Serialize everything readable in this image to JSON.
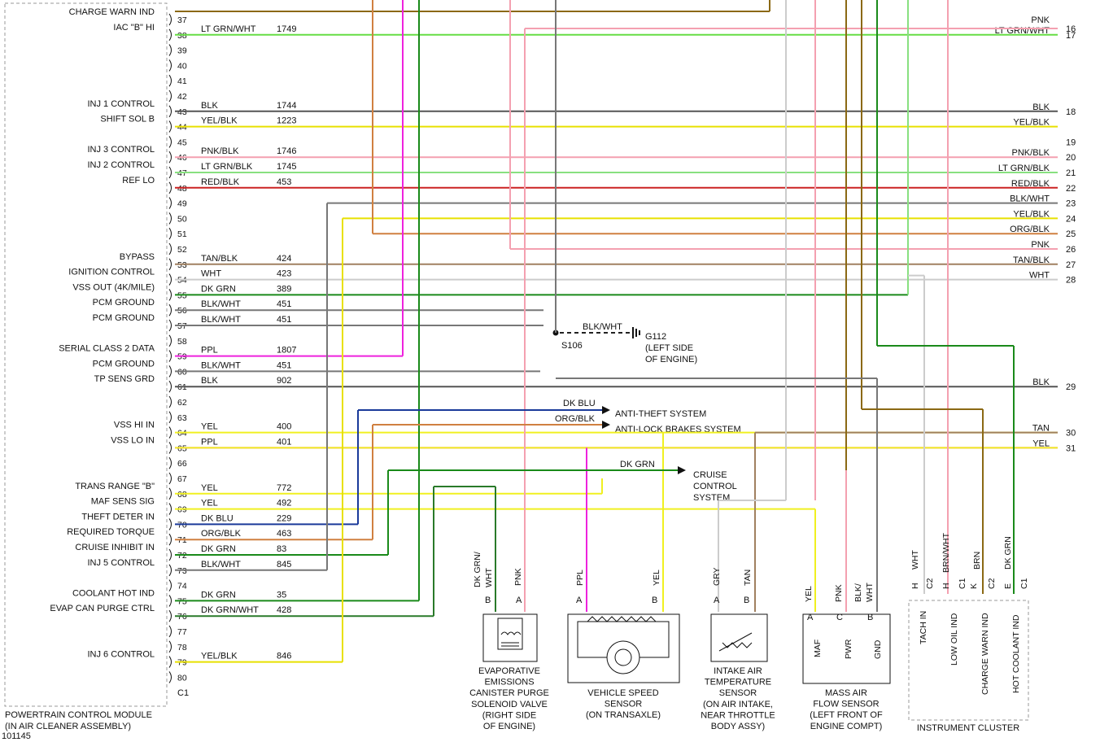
{
  "pcm": {
    "title": "POWERTRAIN CONTROL MODULE",
    "subtitle": "(IN AIR CLEANER ASSEMBLY)",
    "connector": "C1",
    "pins": [
      {
        "pin": "37",
        "label": "CHARGE WARN IND",
        "color": "",
        "circuit": "",
        "wire": "#8B6914",
        "right": "",
        "rpin": ""
      },
      {
        "pin": "38",
        "label": "IAC \"B\" HI",
        "color": "LT GRN/WHT",
        "circuit": "1749",
        "wire": "#66dd44",
        "right": "LT GRN/WHT",
        "rpin": "17"
      },
      {
        "pin": "39",
        "label": "",
        "color": "",
        "circuit": "",
        "wire": "",
        "right": "",
        "rpin": ""
      },
      {
        "pin": "40",
        "label": "",
        "color": "",
        "circuit": "",
        "wire": "",
        "right": "",
        "rpin": ""
      },
      {
        "pin": "41",
        "label": "",
        "color": "",
        "circuit": "",
        "wire": "",
        "right": "",
        "rpin": ""
      },
      {
        "pin": "42",
        "label": "",
        "color": "",
        "circuit": "",
        "wire": "",
        "right": "",
        "rpin": ""
      },
      {
        "pin": "43",
        "label": "INJ 1 CONTROL",
        "color": "BLK",
        "circuit": "1744",
        "wire": "#555555",
        "right": "BLK",
        "rpin": "18"
      },
      {
        "pin": "44",
        "label": "SHIFT SOL B",
        "color": "YEL/BLK",
        "circuit": "1223",
        "wire": "#e8e000",
        "right": "YEL/BLK",
        "rpin": ""
      },
      {
        "pin": "45",
        "label": "",
        "color": "",
        "circuit": "",
        "wire": "",
        "right": "",
        "rpin": "19"
      },
      {
        "pin": "46",
        "label": "INJ 3 CONTROL",
        "color": "PNK/BLK",
        "circuit": "1746",
        "wire": "#f4a0b0",
        "right": "PNK/BLK",
        "rpin": "20"
      },
      {
        "pin": "47",
        "label": "INJ 2 CONTROL",
        "color": "LT GRN/BLK",
        "circuit": "1745",
        "wire": "#88e080",
        "right": "LT GRN/BLK",
        "rpin": "21"
      },
      {
        "pin": "48",
        "label": "REF LO",
        "color": "RED/BLK",
        "circuit": "453",
        "wire": "#cc2222",
        "right": "RED/BLK",
        "rpin": "22"
      },
      {
        "pin": "49",
        "label": "",
        "color": "",
        "circuit": "",
        "wire": "",
        "right": "BLK/WHT",
        "rpin": "23"
      },
      {
        "pin": "50",
        "label": "",
        "color": "",
        "circuit": "",
        "wire": "",
        "right": "YEL/BLK",
        "rpin": "24"
      },
      {
        "pin": "51",
        "label": "",
        "color": "",
        "circuit": "",
        "wire": "",
        "right": "ORG/BLK",
        "rpin": "25"
      },
      {
        "pin": "52",
        "label": "",
        "color": "",
        "circuit": "",
        "wire": "",
        "right": "PNK",
        "rpin": "26"
      },
      {
        "pin": "53",
        "label": "BYPASS",
        "color": "TAN/BLK",
        "circuit": "424",
        "wire": "#a08060",
        "right": "TAN/BLK",
        "rpin": "27"
      },
      {
        "pin": "54",
        "label": "IGNITION CONTROL",
        "color": "WHT",
        "circuit": "423",
        "wire": "#cccccc",
        "right": "WHT",
        "rpin": "28"
      },
      {
        "pin": "55",
        "label": "VSS OUT (4K/MILE)",
        "color": "DK GRN",
        "circuit": "389",
        "wire": "#1a8a1a",
        "right": "",
        "rpin": ""
      },
      {
        "pin": "56",
        "label": "PCM GROUND",
        "color": "BLK/WHT",
        "circuit": "451",
        "wire": "#777777",
        "right": "",
        "rpin": ""
      },
      {
        "pin": "57",
        "label": "PCM GROUND",
        "color": "BLK/WHT",
        "circuit": "451",
        "wire": "#777777",
        "right": "",
        "rpin": ""
      },
      {
        "pin": "58",
        "label": "",
        "color": "",
        "circuit": "",
        "wire": "",
        "right": "",
        "rpin": ""
      },
      {
        "pin": "59",
        "label": "SERIAL CLASS 2 DATA",
        "color": "PPL",
        "circuit": "1807",
        "wire": "#ee22dd",
        "right": "",
        "rpin": ""
      },
      {
        "pin": "60",
        "label": "PCM GROUND",
        "color": "BLK/WHT",
        "circuit": "451",
        "wire": "#777777",
        "right": "",
        "rpin": ""
      },
      {
        "pin": "61",
        "label": "TP SENS GRD",
        "color": "BLK",
        "circuit": "902",
        "wire": "#555555",
        "right": "BLK",
        "rpin": "29"
      },
      {
        "pin": "62",
        "label": "",
        "color": "",
        "circuit": "",
        "wire": "",
        "right": "",
        "rpin": ""
      },
      {
        "pin": "63",
        "label": "",
        "color": "",
        "circuit": "",
        "wire": "",
        "right": "",
        "rpin": ""
      },
      {
        "pin": "64",
        "label": "VSS HI IN",
        "color": "YEL",
        "circuit": "400",
        "wire": "#f0f020",
        "right": "TAN",
        "rpin": "30"
      },
      {
        "pin": "65",
        "label": "VSS LO IN",
        "color": "PPL",
        "circuit": "401",
        "wire": "#ee22dd",
        "right": "YEL",
        "rpin": "31"
      },
      {
        "pin": "66",
        "label": "",
        "color": "",
        "circuit": "",
        "wire": "",
        "right": "",
        "rpin": ""
      },
      {
        "pin": "67",
        "label": "",
        "color": "",
        "circuit": "",
        "wire": "",
        "right": "",
        "rpin": ""
      },
      {
        "pin": "68",
        "label": "TRANS RANGE \"B\"",
        "color": "YEL",
        "circuit": "772",
        "wire": "#f0f020",
        "right": "",
        "rpin": ""
      },
      {
        "pin": "69",
        "label": "MAF SENS SIG",
        "color": "YEL",
        "circuit": "492",
        "wire": "#f0f020",
        "right": "",
        "rpin": ""
      },
      {
        "pin": "70",
        "label": "THEFT DETER IN",
        "color": "DK BLU",
        "circuit": "229",
        "wire": "#1a3a9a",
        "right": "",
        "rpin": ""
      },
      {
        "pin": "71",
        "label": "REQUIRED TORQUE",
        "color": "ORG/BLK",
        "circuit": "463",
        "wire": "#d08040",
        "right": "",
        "rpin": ""
      },
      {
        "pin": "72",
        "label": "CRUISE INHIBIT IN",
        "color": "DK GRN",
        "circuit": "83",
        "wire": "#1a8a1a",
        "right": "",
        "rpin": ""
      },
      {
        "pin": "73",
        "label": "INJ 5 CONTROL",
        "color": "BLK/WHT",
        "circuit": "845",
        "wire": "#777777",
        "right": "",
        "rpin": ""
      },
      {
        "pin": "74",
        "label": "",
        "color": "",
        "circuit": "",
        "wire": "",
        "right": "",
        "rpin": ""
      },
      {
        "pin": "75",
        "label": "COOLANT HOT IND",
        "color": "DK GRN",
        "circuit": "35",
        "wire": "#1a8a1a",
        "right": "",
        "rpin": ""
      },
      {
        "pin": "76",
        "label": "EVAP CAN PURGE CTRL",
        "color": "DK GRN/WHT",
        "circuit": "428",
        "wire": "#2a7a2a",
        "right": "",
        "rpin": ""
      },
      {
        "pin": "77",
        "label": "",
        "color": "",
        "circuit": "",
        "wire": "",
        "right": "",
        "rpin": ""
      },
      {
        "pin": "78",
        "label": "",
        "color": "",
        "circuit": "",
        "wire": "",
        "right": "",
        "rpin": ""
      },
      {
        "pin": "79",
        "label": "INJ 6 CONTROL",
        "color": "YEL/BLK",
        "circuit": "846",
        "wire": "#e8e000",
        "right": "",
        "rpin": ""
      },
      {
        "pin": "80",
        "label": "",
        "color": "",
        "circuit": "",
        "wire": "",
        "right": "",
        "rpin": ""
      }
    ]
  },
  "right_top": {
    "pnk_label": "PNK",
    "pnk_pin": "16"
  },
  "splice": {
    "name": "S106",
    "wire": "BLK/WHT",
    "ground": "G112",
    "ground_loc1": "(LEFT SIDE",
    "ground_loc2": "OF ENGINE)"
  },
  "arrows": {
    "dkblu": "DK BLU",
    "antitheft": "ANTI-THEFT SYSTEM",
    "orgblk": "ORG/BLK",
    "abs": "ANTI-LOCK BRAKES SYSTEM",
    "dkgrn": "DK GRN",
    "cruise1": "CRUISE",
    "cruise2": "CONTROL",
    "cruise3": "SYSTEM"
  },
  "components": {
    "evap": {
      "lines": [
        "EVAPORATIVE",
        "EMISSIONS",
        "CANISTER PURGE",
        "SOLENOID VALVE",
        "(RIGHT SIDE",
        "OF ENGINE)"
      ],
      "wireB": "DK GRN/",
      "wireB2": "WHT",
      "wireA": "PNK",
      "pinB": "B",
      "pinA": "A"
    },
    "vss": {
      "lines": [
        "VEHICLE SPEED",
        "SENSOR",
        "(ON TRANSAXLE)"
      ],
      "wireA": "PPL",
      "wireB": "YEL",
      "pinA": "A",
      "pinB": "B"
    },
    "iat": {
      "lines": [
        "INTAKE AIR",
        "TEMPERATURE",
        "SENSOR",
        "(ON AIR INTAKE,",
        "NEAR THROTTLE",
        "BODY ASSY)"
      ],
      "wireA": "GRY",
      "wireB": "TAN",
      "pinA": "A",
      "pinB": "B"
    },
    "maf": {
      "lines": [
        "MASS AIR",
        "FLOW SENSOR",
        "(LEFT FRONT OF",
        "ENGINE COMPT)"
      ],
      "wireA": "YEL",
      "wireC": "PNK",
      "wireB": "BLK/",
      "wireB2": "WHT",
      "pinA": "A",
      "pinC": "C",
      "pinB": "B",
      "in1": "MAF",
      "in2": "PWR",
      "in3": "GND"
    },
    "cluster": {
      "title": "INSTRUMENT CLUSTER",
      "wires": [
        "WHT",
        "BRN/WHT",
        "BRN",
        "DK GRN"
      ],
      "pins": [
        "H",
        "C2",
        "H",
        "C1",
        "K",
        "C2",
        "E",
        "C1"
      ],
      "ind": [
        "TACH IN",
        "LOW OIL IND",
        "CHARGE WARN IND",
        "HOT COOLANT IND"
      ]
    }
  },
  "figure_id": "101145"
}
